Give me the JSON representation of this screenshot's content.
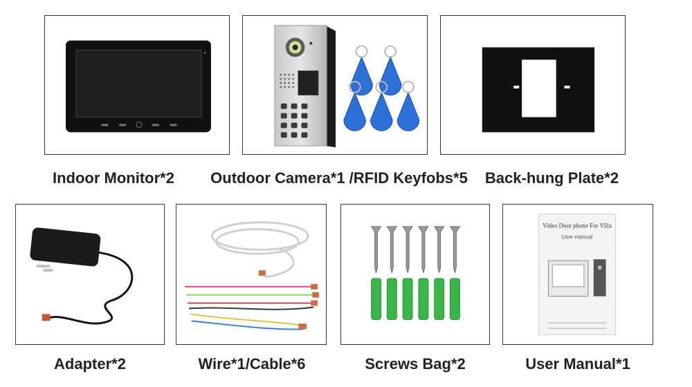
{
  "items": [
    {
      "caption": "Indoor Monitor*2",
      "icon": "indoor-monitor"
    },
    {
      "caption": "Outdoor Camera*1 /RFID Keyfobs*5",
      "icon": "outdoor-camera-keyfobs"
    },
    {
      "caption": "Back-hung Plate*2",
      "icon": "back-hung-plate"
    },
    {
      "caption": "Adapter*2",
      "icon": "power-adapter"
    },
    {
      "caption": "Wire*1/Cable*6",
      "icon": "wires-cables"
    },
    {
      "caption": "Screws Bag*2",
      "icon": "screws-anchors"
    },
    {
      "caption": "User Manual*1",
      "icon": "user-manual"
    }
  ],
  "manual": {
    "title": "Video Door phone For Villa",
    "subtitle": "User manual"
  },
  "colors": {
    "border": "#333333",
    "caption": "#222222",
    "keyfob": "#2f6fd8",
    "anchor": "#3bb54a",
    "plate": "#111111"
  }
}
